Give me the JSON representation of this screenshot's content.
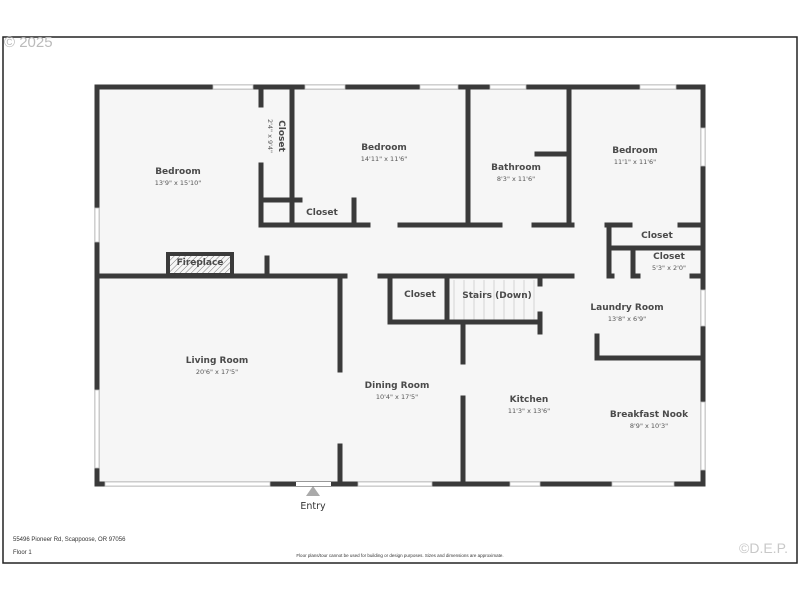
{
  "copyright": "© 2025",
  "watermark": "©D.E.P.",
  "address": "55496 Pioneer Rd, Scappoose, OR 97056",
  "floor": "Floor 1",
  "disclaimer": "Floor plans/tour cannot be used for building or design purposes. Sizes and dimensions are approximate.",
  "entry": "Entry",
  "colors": {
    "wall": "#3a3a3a",
    "floor": "#f6f6f6",
    "window": "#cfcfcf"
  },
  "rooms": [
    {
      "name": "Bedroom",
      "dim": "13'9\" x 15'10\""
    },
    {
      "name": "Closet",
      "dim": "2'4\" x 9'4\""
    },
    {
      "name": "Bedroom",
      "dim": "14'11\" x 11'6\""
    },
    {
      "name": "Closet",
      "dim": ""
    },
    {
      "name": "Bathroom",
      "dim": "8'3\" x 11'6\""
    },
    {
      "name": "Bedroom",
      "dim": "11'1\" x 11'6\""
    },
    {
      "name": "Closet",
      "dim": ""
    },
    {
      "name": "Closet",
      "dim": "5'3\" x 2'0\""
    },
    {
      "name": "Fireplace",
      "dim": ""
    },
    {
      "name": "Living Room",
      "dim": "20'6\" x 17'5\""
    },
    {
      "name": "Closet",
      "dim": ""
    },
    {
      "name": "Stairs (Down)",
      "dim": ""
    },
    {
      "name": "Laundry Room",
      "dim": "13'8\" x 6'9\""
    },
    {
      "name": "Dining Room",
      "dim": "10'4\" x 17'5\""
    },
    {
      "name": "Kitchen",
      "dim": "11'3\" x 13'6\""
    },
    {
      "name": "Breakfast Nook",
      "dim": "8'9\" x 10'3\""
    }
  ]
}
